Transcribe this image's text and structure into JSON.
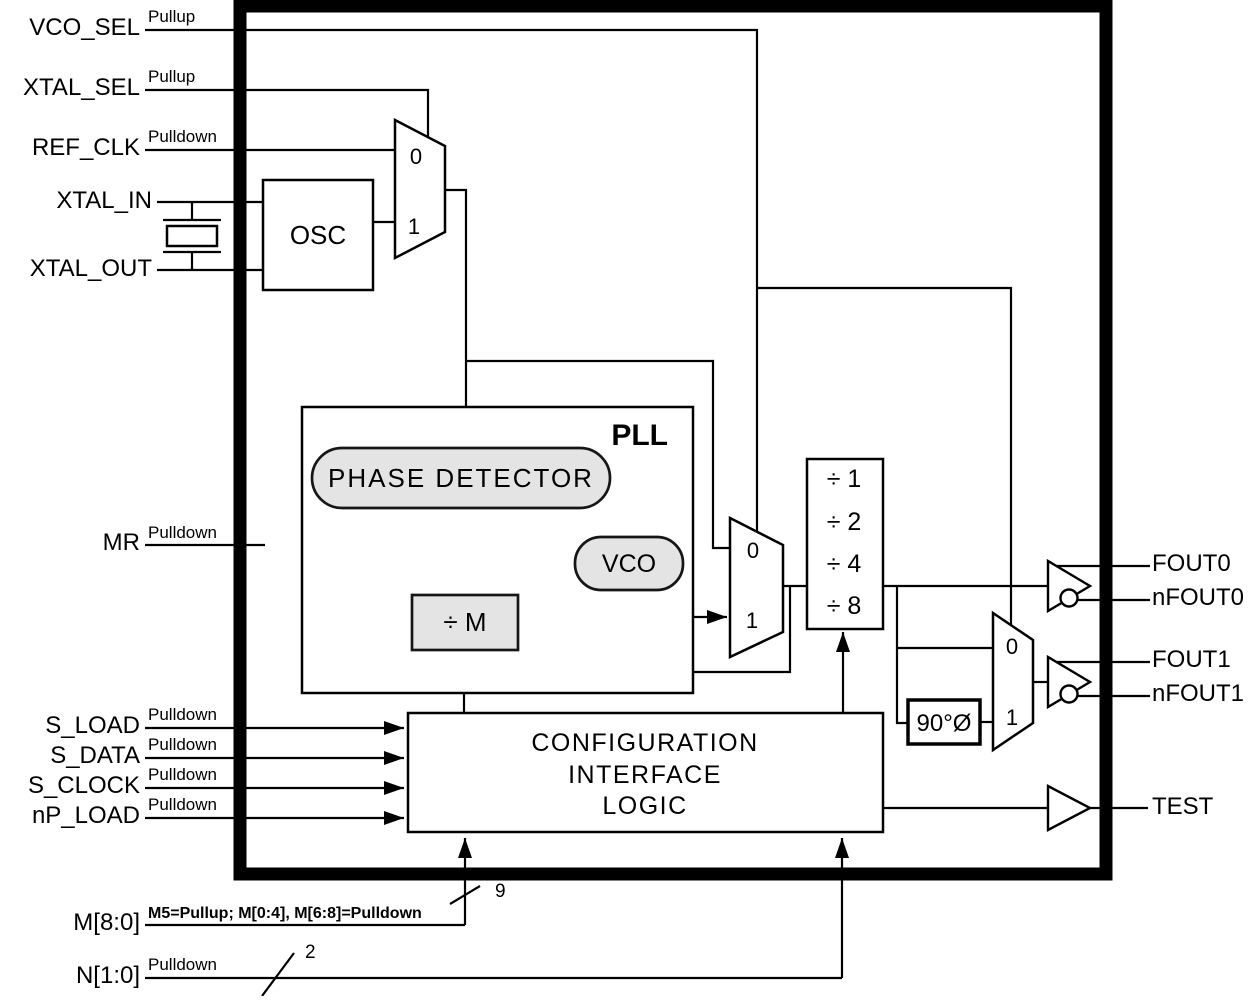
{
  "pins": {
    "left": [
      {
        "label": "VCO_SEL",
        "pull": "Pullup"
      },
      {
        "label": "XTAL_SEL",
        "pull": "Pullup"
      },
      {
        "label": "REF_CLK",
        "pull": "Pulldown"
      },
      {
        "label": "XTAL_IN",
        "pull": ""
      },
      {
        "label": "XTAL_OUT",
        "pull": ""
      },
      {
        "label": "MR",
        "pull": "Pulldown"
      },
      {
        "label": "S_LOAD",
        "pull": "Pulldown"
      },
      {
        "label": "S_DATA",
        "pull": "Pulldown"
      },
      {
        "label": "S_CLOCK",
        "pull": "Pulldown"
      },
      {
        "label": "nP_LOAD",
        "pull": "Pulldown"
      },
      {
        "label": "M[8:0]",
        "pull": "M5=Pullup; M[0:4], M[6:8]=Pulldown",
        "bus_width": "9"
      },
      {
        "label": "N[1:0]",
        "pull": "Pulldown",
        "bus_width": "2"
      }
    ],
    "right": [
      {
        "label": "FOUT0"
      },
      {
        "label": "nFOUT0"
      },
      {
        "label": "FOUT1"
      },
      {
        "label": "nFOUT1"
      },
      {
        "label": "TEST"
      }
    ]
  },
  "blocks": {
    "osc": {
      "label": "OSC"
    },
    "pll": {
      "label": "PLL"
    },
    "phase_detector": {
      "label": "PHASE DETECTOR"
    },
    "vco": {
      "label": "VCO"
    },
    "m_divider": {
      "label": "÷ M"
    },
    "output_divider": {
      "rows": [
        "÷ 1",
        "÷ 2",
        "÷ 4",
        "÷ 8"
      ]
    },
    "phase_shifter": {
      "label": "90°Ø"
    },
    "config_logic": {
      "lines": [
        "CONFIGURATION",
        "INTERFACE",
        "LOGIC"
      ]
    }
  },
  "muxes": {
    "ref_mux": {
      "in0": "0",
      "in1": "1"
    },
    "vco_mux": {
      "in0": "0",
      "in1": "1"
    },
    "fout1_mux": {
      "in0": "0",
      "in1": "1"
    }
  },
  "colors": {
    "line": "#000000",
    "block_fill": "#e4e4e4",
    "background": "#ffffff"
  }
}
